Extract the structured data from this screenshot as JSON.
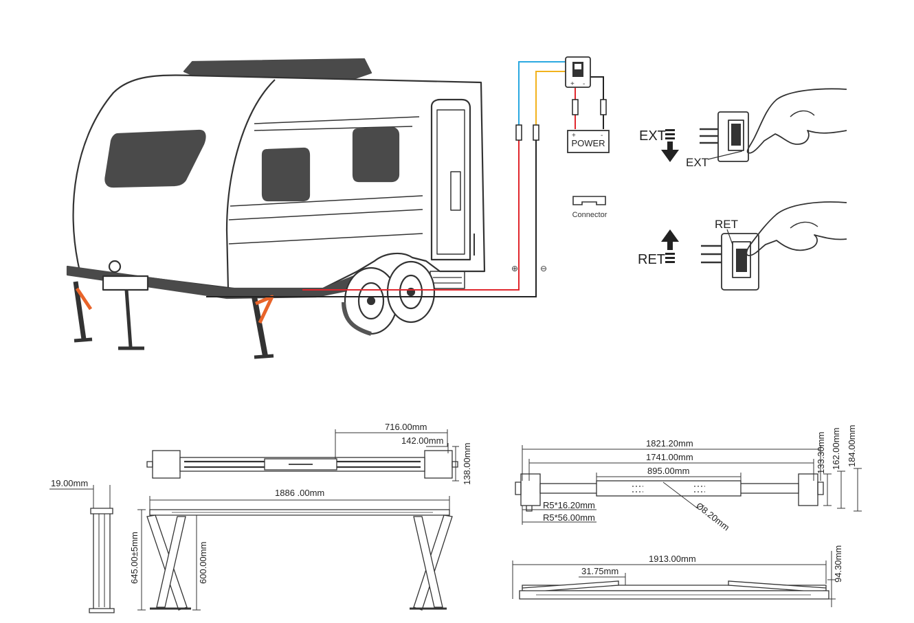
{
  "colors": {
    "positive_wire": "#e0262c",
    "negative_wire": "#222222",
    "blue_wire": "#2aa8e0",
    "yellow_wire": "#f2b21c",
    "leg_accent": "#e8642a",
    "dark_fill": "#4a4a4a"
  },
  "wiring": {
    "power_label": "POWER",
    "connector_label": "Connector",
    "plus_symbol": "⊕",
    "minus_symbol": "⊖",
    "switch_plus": "+",
    "switch_minus": "-"
  },
  "switch_panel": {
    "ext_label": "EXT",
    "ext_callout": "EXT",
    "ret_label": "RET",
    "ret_callout": "RET"
  },
  "dimensions": {
    "top_view": {
      "d716": "716.00mm",
      "d142": "142.00mm",
      "d138": "138.00mm"
    },
    "side_view": {
      "d19": "19.00mm",
      "d1886": "1886 .00mm",
      "d645": "645.00±5mm",
      "d600": "600.00mm"
    },
    "plan_view": {
      "d1821": "1821.20mm",
      "d1741": "1741.00mm",
      "d895": "895.00mm",
      "d133": "133.30mm",
      "d162": "162.00mm",
      "d184": "184.00mm",
      "r5_16": "R5*16.20mm",
      "r5_56": "R5*56.00mm",
      "phi8": "Ø8.20mm"
    },
    "folded_view": {
      "d1913": "1913.00mm",
      "d3175": "31.75mm",
      "d943": "94.30mm"
    }
  }
}
